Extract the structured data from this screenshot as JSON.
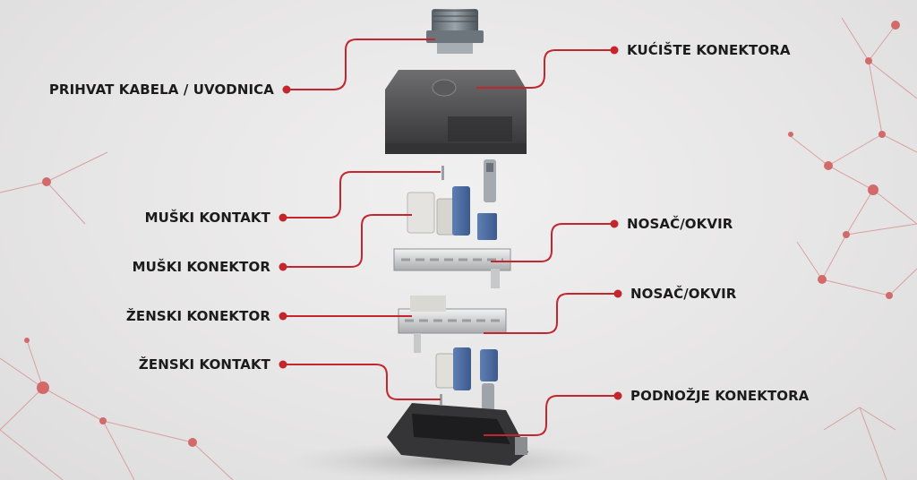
{
  "accent_color": "#c4262e",
  "labels": {
    "cable_gland": "PRIHVAT KABELA / UVODNICA",
    "hood": "KUĆIŠTE KONEKTORA",
    "male_contact": "MUŠKI KONTAKT",
    "male_connector": "MUŠKI KONEKTOR",
    "frame_top": "NOSAČ/OKVIR",
    "female_connector": "ŽENSKI KONEKTOR",
    "frame_bottom": "NOSAČ/OKVIR",
    "female_contact": "ŽENSKI KONTAKT",
    "housing_base": "PODNOŽJE KONEKTORA"
  }
}
